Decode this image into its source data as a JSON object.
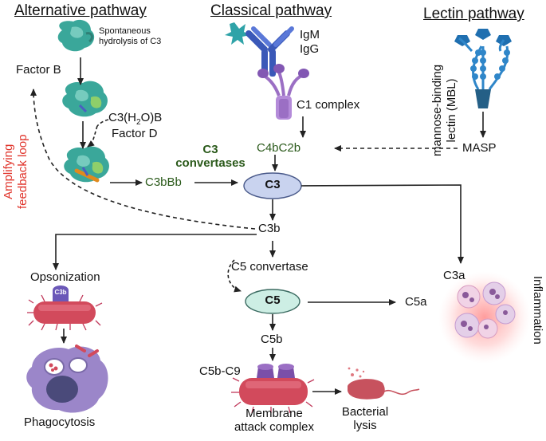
{
  "headers": {
    "alternative": "Alternative pathway",
    "classical": "Classical pathway",
    "lectin": "Lectin pathway"
  },
  "labels": {
    "spontaneous_1": "Spontaneous",
    "spontaneous_2": "hydrolysis of C3",
    "factor_b": "Factor B",
    "c3h2ob_pre": "C3(H",
    "c3h2ob_sub": "2",
    "c3h2ob_post": "O)B",
    "factor_d": "Factor D",
    "amplifying_1": "Amplifying",
    "amplifying_2": "feedback loop",
    "igm": "IgM",
    "igg": "IgG",
    "c1_complex": "C1 complex",
    "mbl_1": "mannose-binding",
    "mbl_2": "lectin (MBL)",
    "c4bc2b": "C4bC2b",
    "masp": "MASP",
    "c3_convertases_1": "C3",
    "c3_convertases_2": "convertases",
    "c3bbb": "C3bBb",
    "c3": "C3",
    "c3b": "C3b",
    "opsonization": "Opsonization",
    "c3b_badge": "C3b",
    "c5_convertase": "C5 convertase",
    "c3a": "C3a",
    "c5": "C5",
    "c5a": "C5a",
    "inflammation": "Inflammation",
    "c5b": "C5b",
    "c5b_c9": "C5b-C9",
    "phagocytosis": "Phagocytosis",
    "mac_1": "Membrane",
    "mac_2": "attack complex",
    "lysis_1": "Bacterial",
    "lysis_2": "lysis"
  },
  "colors": {
    "convertase_green": "#2b5a1b",
    "feedback_red": "#e0342b",
    "c3_node": "#c9d3ef",
    "c5_node": "#cdeee4",
    "antibody_blue": "#3a58b8",
    "c1_purple": "#9b6fc4",
    "mbl_blue": "#2f86c9",
    "bacteria_red": "#d24a5c"
  }
}
